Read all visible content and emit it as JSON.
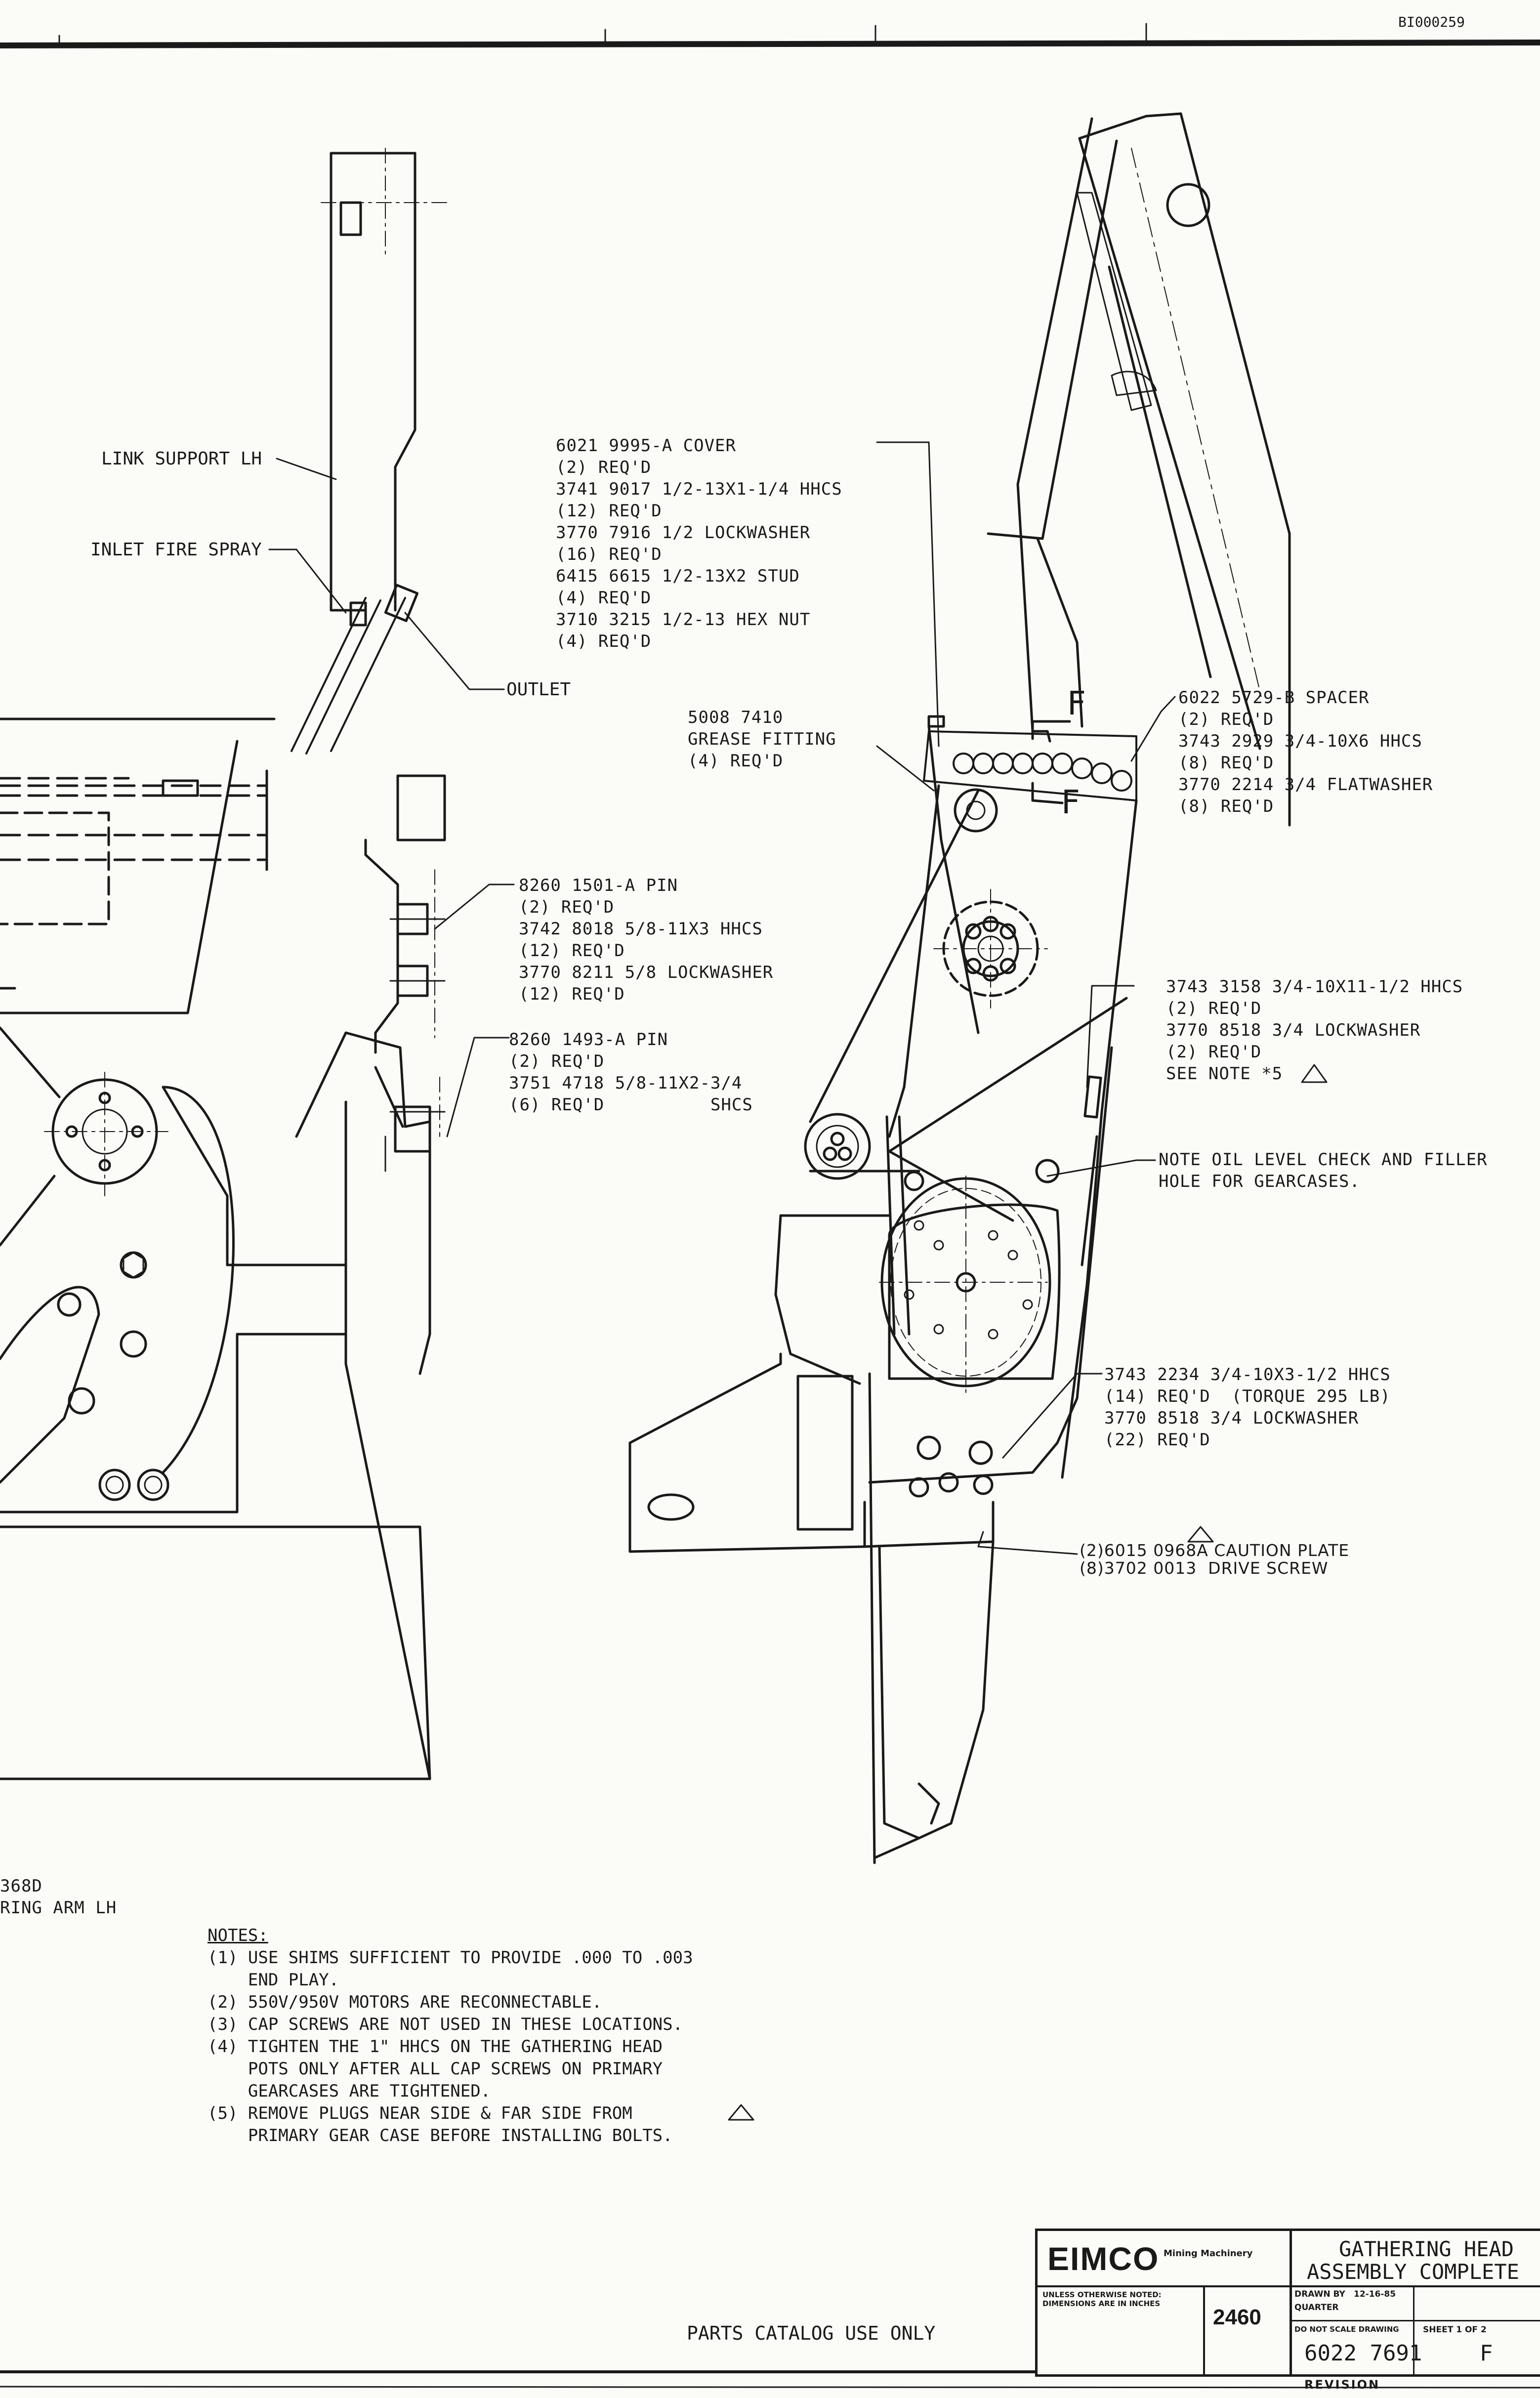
{
  "header": {
    "ref": "BI000259"
  },
  "callouts": {
    "link_support": "LINK SUPPORT LH",
    "inlet_fire_spray": "INLET FIRE SPRAY",
    "outlet": "OUTLET",
    "cover": "6021 9995-A COVER\n(2) REQ'D\n3741 9017 1/2-13X1-1/4 HHCS\n(12) REQ'D\n3770 7916 1/2 LOCKWASHER\n(16) REQ'D\n6415 6615 1/2-13X2 STUD\n(4) REQ'D\n3710 3215 1/2-13 HEX NUT\n(4) REQ'D",
    "grease": "5008 7410\nGREASE FITTING\n(4) REQ'D",
    "spacer": "6022 5729-B SPACER\n(2) REQ'D\n3743 2929 3/4-10X6 HHCS\n(8) REQ'D\n3770 2214 3/4 FLATWASHER\n(8) REQ'D",
    "pin1": "8260 1501-A PIN\n(2) REQ'D\n3742 8018 5/8-11X3 HHCS\n(12) REQ'D\n3770 8211 5/8 LOCKWASHER\n(12) REQ'D",
    "pin2": "8260 1493-A PIN\n(2) REQ'D\n3751 4718 5/8-11X2-3/4\n(6) REQ'D          SHCS",
    "hhcs1": "3743 3158 3/4-10X11-1/2 HHCS\n(2) REQ'D\n3770 8518 3/4 LOCKWASHER\n(2) REQ'D\nSEE NOTE *5",
    "oil": "NOTE OIL LEVEL CHECK AND FILLER\nHOLE FOR GEARCASES.",
    "hhcs2": "3743 2234 3/4-10X3-1/2 HHCS\n(14) REQ'D  (TORQUE 295 LB)\n3770 8518 3/4 LOCKWASHER\n(22) REQ'D",
    "caution": "(2)6015 0968A CAUTION PLATE\n(8)3702 0013  DRIVE SCREW",
    "left_ref": "368D\nRING ARM LH",
    "section": "F"
  },
  "notes": {
    "title": "NOTES:",
    "items": [
      "(1) USE SHIMS SUFFICIENT TO PROVIDE .000 TO .003\n    END PLAY.",
      "(2) 550V/950V MOTORS ARE RECONNECTABLE.",
      "(3) CAP SCREWS ARE NOT USED IN THESE LOCATIONS.",
      "(4) TIGHTEN THE 1\" HHCS ON THE GATHERING HEAD\n    POTS ONLY AFTER ALL CAP SCREWS ON PRIMARY\n    GEARCASES ARE TIGHTENED.",
      "(5) REMOVE PLUGS NEAR SIDE & FAR SIDE FROM\n    PRIMARY GEAR CASE BEFORE INSTALLING BOLTS."
    ]
  },
  "footer": {
    "catalog": "PARTS CATALOG USE ONLY"
  },
  "title_block": {
    "company": "EIMCO",
    "company_sub": "Mining Machinery",
    "title_line1": "GATHERING HEAD",
    "title_line2": "ASSEMBLY COMPLETE",
    "tolerances": "UNLESS OTHERWISE NOTED: DIMENSIONS ARE IN INCHES",
    "model": "2460",
    "drawn": "DRAWN BY",
    "date": "12-16-85",
    "scale": "QUARTER",
    "no_scale": "DO NOT SCALE DRAWING",
    "sheet": "SHEET 1 OF 2",
    "drawing_no": "6022 7691",
    "rev": "F",
    "revision_label": "REVISION"
  }
}
